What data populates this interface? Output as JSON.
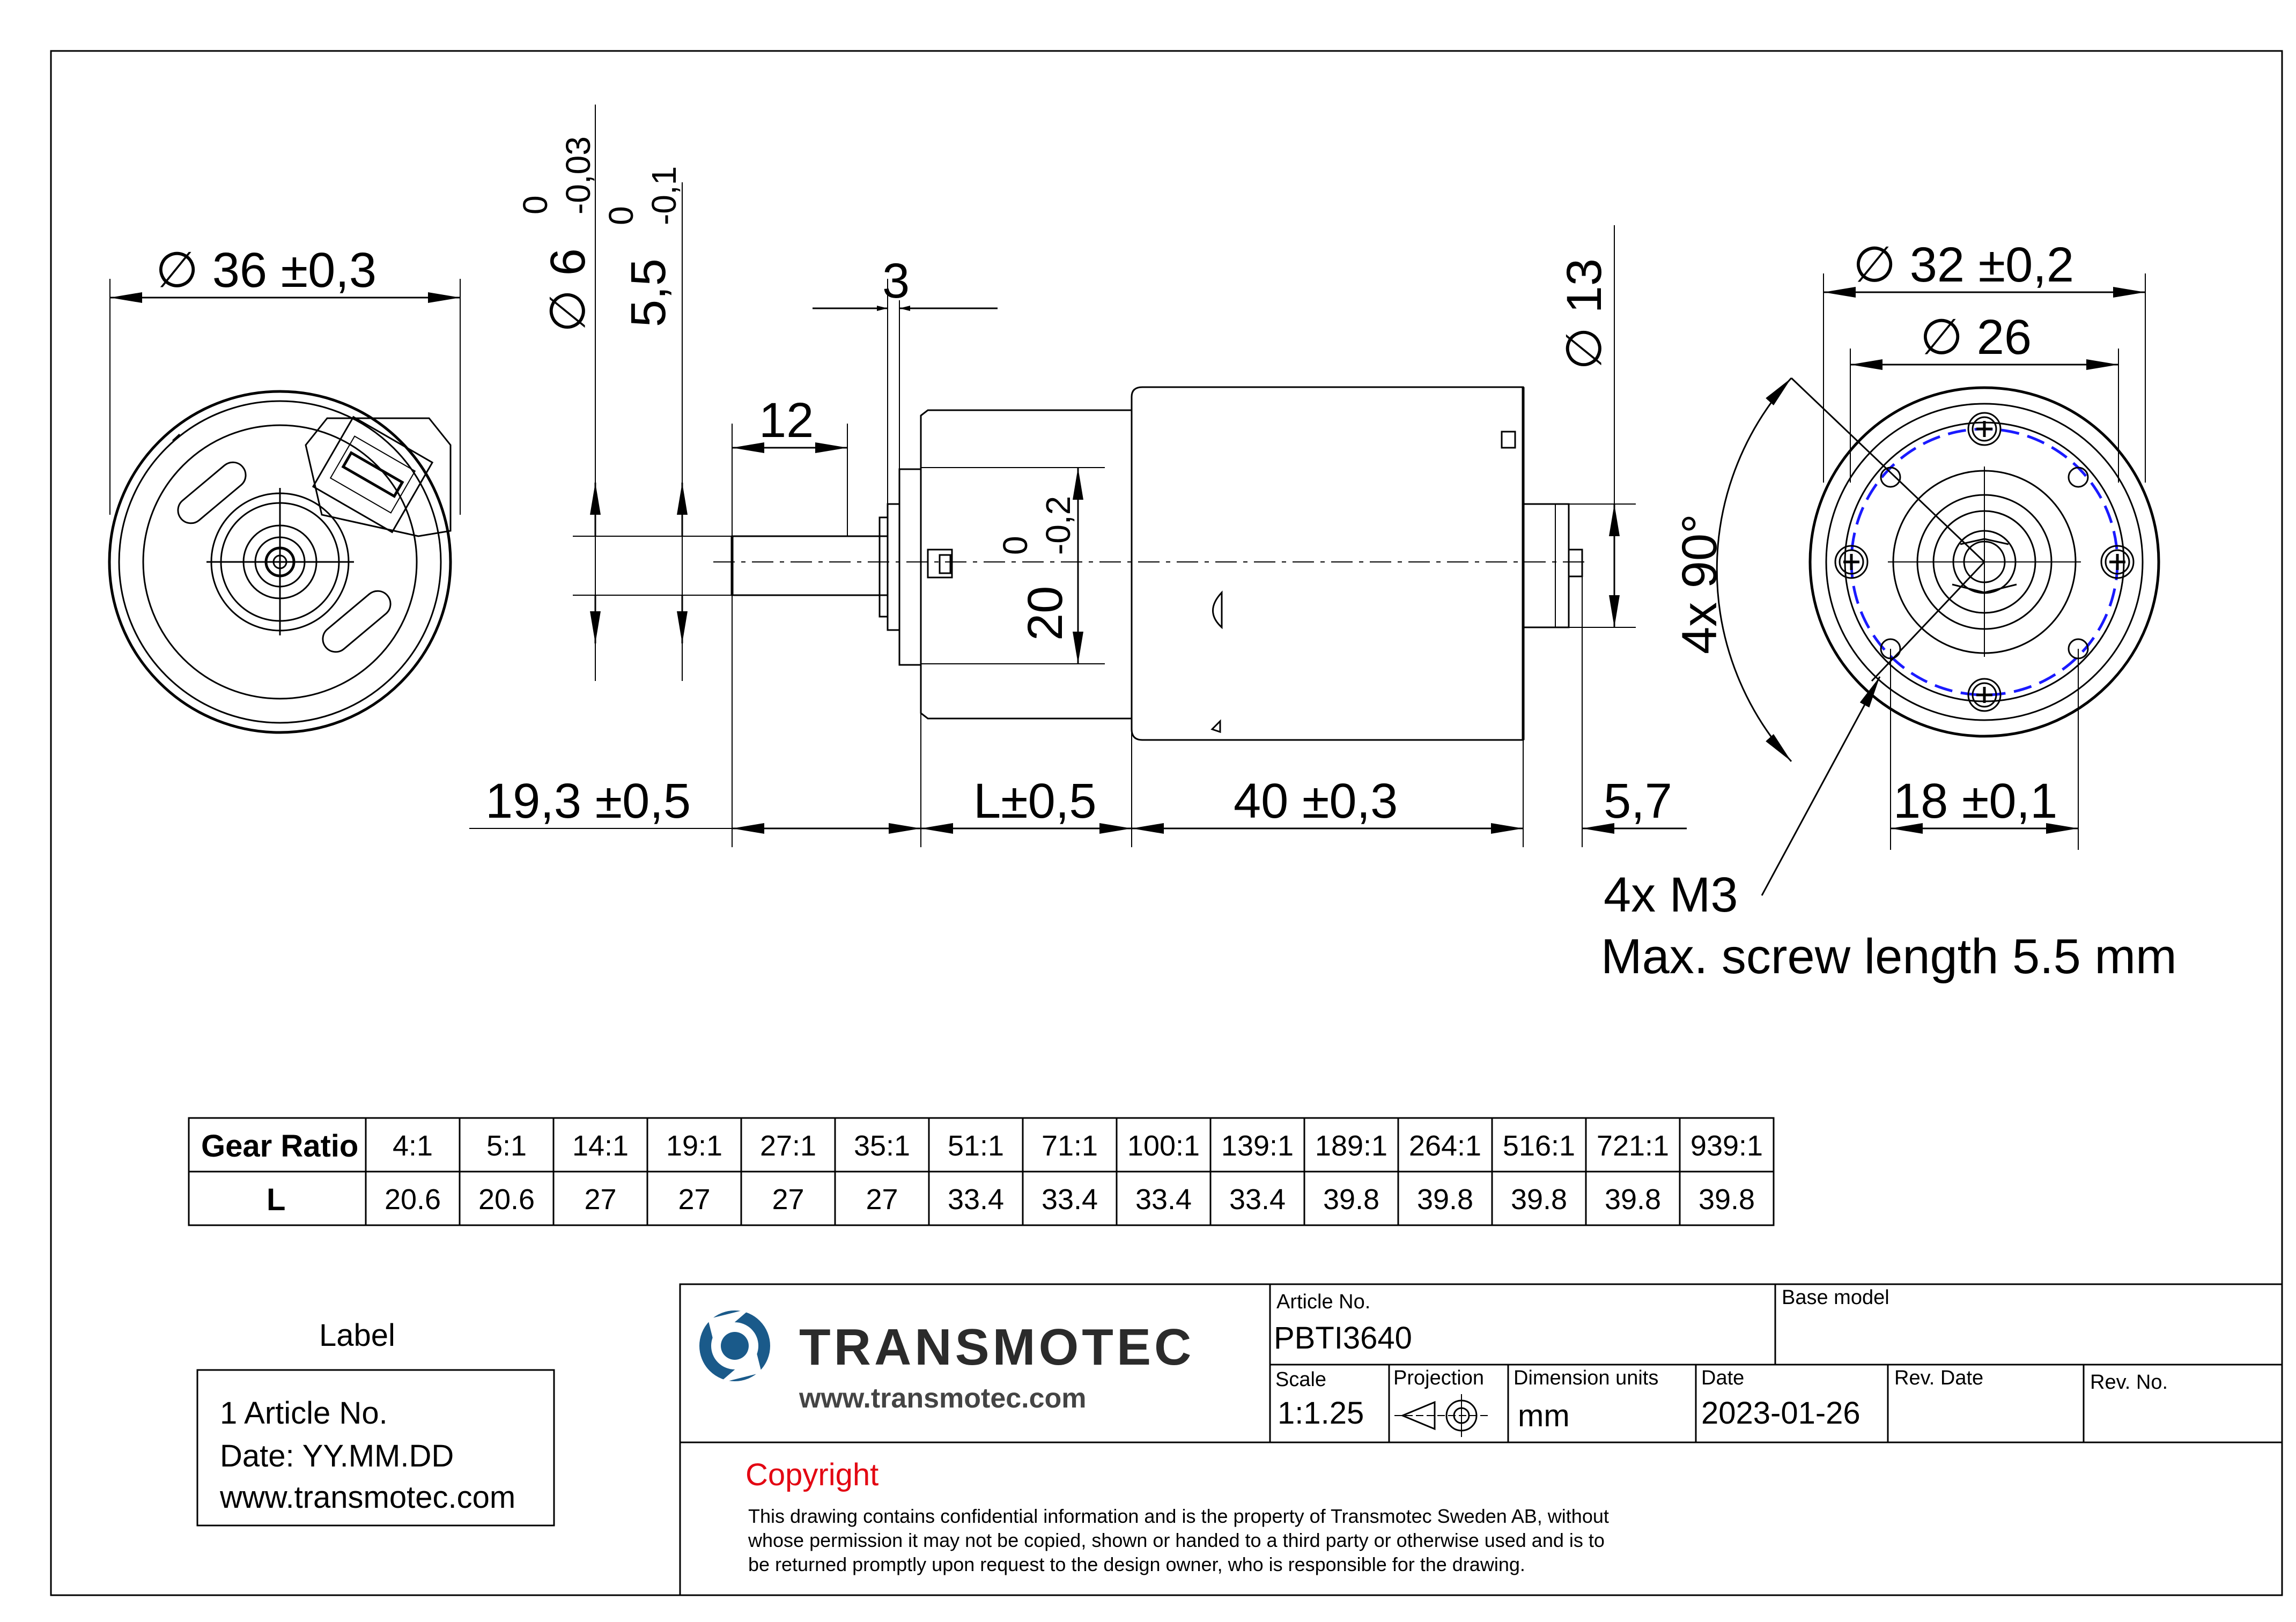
{
  "dimensions": {
    "dia36": "∅ 36 ±0,3",
    "dia6": "∅ 6",
    "dia6_tol_upper": "0",
    "dia6_tol_lower": "-0,03",
    "d55": "5,5",
    "d55_tol_upper": "0",
    "d55_tol_lower": "-0,1",
    "d3": "3",
    "d12": "12",
    "d20": "20",
    "d20_tol_upper": "0",
    "d20_tol_lower": "-0,2",
    "dia13": "∅ 13",
    "dia32": "∅ 32 ±0,2",
    "dia26": "∅ 26",
    "angle": "4x 90°",
    "d193": "19,3 ±0,5",
    "dL": "L±0,5",
    "d40": "40 ±0,3",
    "d57": "5,7",
    "d18": "18 ±0,1"
  },
  "notes": {
    "screws": "4x M3",
    "screw_length": "Max. screw length 5.5 mm"
  },
  "gear_table": {
    "row_labels": [
      "Gear Ratio",
      "L"
    ],
    "ratios": [
      "4:1",
      "5:1",
      "14:1",
      "19:1",
      "27:1",
      "35:1",
      "51:1",
      "71:1",
      "100:1",
      "139:1",
      "189:1",
      "264:1",
      "516:1",
      "721:1",
      "939:1"
    ],
    "lengths": [
      "20.6",
      "20.6",
      "27",
      "27",
      "27",
      "27",
      "33.4",
      "33.4",
      "33.4",
      "33.4",
      "39.8",
      "39.8",
      "39.8",
      "39.8",
      "39.8"
    ]
  },
  "label_box": {
    "title": "Label",
    "line1": "1 Article No.",
    "line2": "Date: YY.MM.DD",
    "line3": "www.transmotec.com"
  },
  "title_block": {
    "brand": "TRANSMOTEC",
    "brand_url": "www.transmotec.com",
    "article_label": "Article No.",
    "article_value": "PBTI3640",
    "base_model_label": "Base model",
    "scale_label": "Scale",
    "scale_value": "1:1.25",
    "projection_label": "Projection",
    "units_label": "Dimension units",
    "units_value": "mm",
    "date_label": "Date",
    "date_value": "2023-01-26",
    "rev_date_label": "Rev. Date",
    "rev_no_label": "Rev. No."
  },
  "copyright": {
    "heading": "Copyright",
    "line1": "This drawing contains confidential information and is the property of Transmotec Sweden AB, without",
    "line2": "whose permission it may not be copied, shown or handed to a third party or otherwise used and is to",
    "line3": "be returned promptly upon request to the design owner, who is responsible for the drawing."
  },
  "colors": {
    "brand_blue": "#1a5a8a",
    "copyright_red": "#e30613",
    "bolt_circle": "#1a1aff"
  }
}
